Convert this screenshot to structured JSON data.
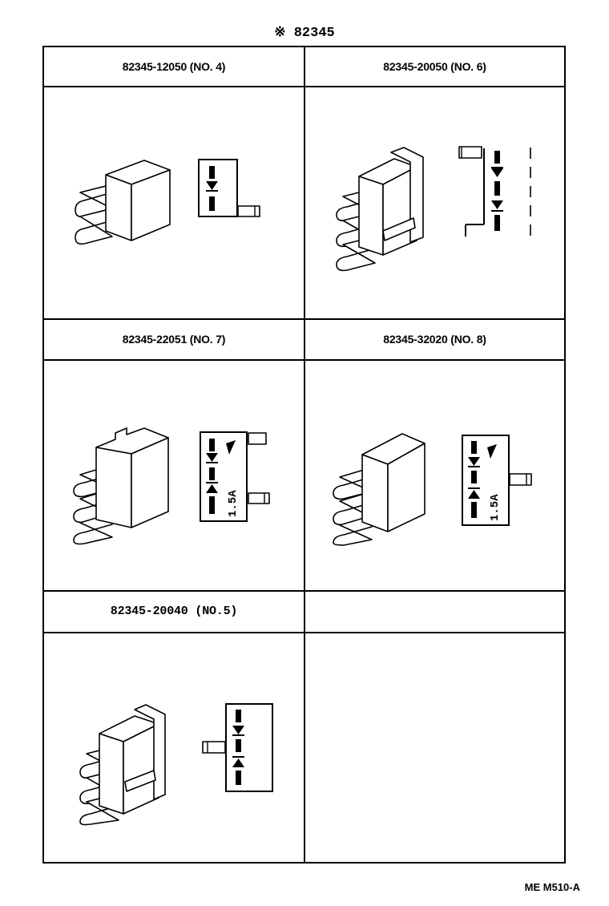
{
  "title": "※ 82345",
  "panels": [
    {
      "label": "82345-12050 (NO. 4)",
      "rating": ""
    },
    {
      "label": "82345-20050 (NO. 6)",
      "rating": ""
    },
    {
      "label": "82345-22051 (NO. 7)",
      "rating": "1.5A"
    },
    {
      "label": "82345-32020 (NO. 8)",
      "rating": "1.5A"
    },
    {
      "label": "82345-20040  (NO.5)",
      "rating": ""
    }
  ],
  "footer_code": "ME  M510-A"
}
